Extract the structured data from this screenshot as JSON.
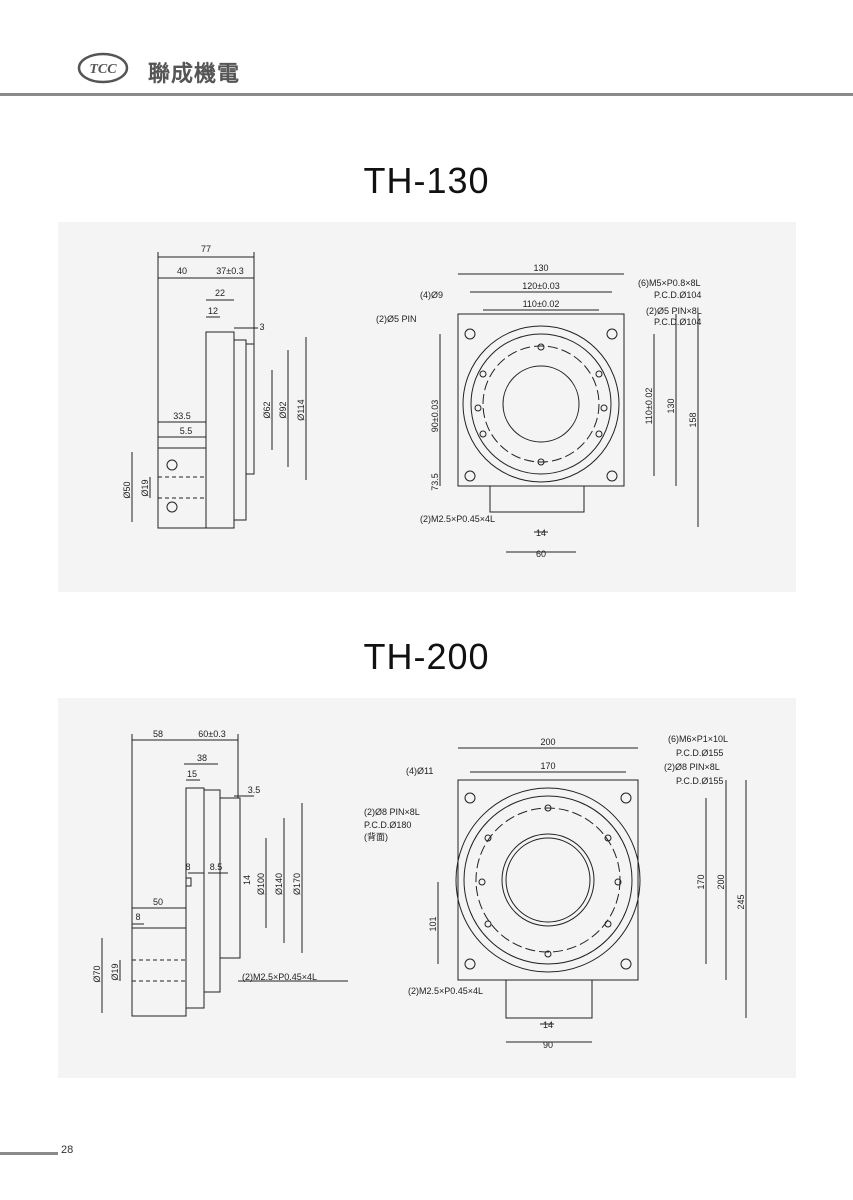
{
  "header": {
    "brand_name": "聯成機電",
    "logo_mark": "TCC"
  },
  "models": [
    {
      "title": "TH-130",
      "side_view": {
        "dims": [
          "77",
          "40",
          "37±0.3",
          "22",
          "12",
          "3",
          "33.5",
          "5.5",
          "Ø50",
          "Ø19",
          "Ø62",
          "Ø92",
          "Ø114"
        ]
      },
      "front_view": {
        "dims": [
          "130",
          "120±0.03",
          "110±0.02",
          "90±0.03",
          "73.5",
          "110±0.02",
          "130",
          "158",
          "14",
          "60"
        ],
        "notes": [
          "(4)Ø9",
          "(2)Ø5 PIN",
          "(6)M5×P0.8×8L",
          "P.C.D.Ø104",
          "(2)Ø5 PIN×8L",
          "P.C.D.Ø104",
          "(2)M2.5×P0.45×4L"
        ]
      }
    },
    {
      "title": "TH-200",
      "side_view": {
        "dims": [
          "58",
          "60±0.3",
          "38",
          "15",
          "3.5",
          "8",
          "8.5",
          "14",
          "50",
          "8",
          "Ø70",
          "Ø19",
          "Ø100",
          "Ø140",
          "Ø170"
        ],
        "notes": [
          "(2)M2.5×P0.45×4L"
        ]
      },
      "front_view": {
        "dims": [
          "200",
          "170",
          "101",
          "170",
          "200",
          "245",
          "14",
          "90"
        ],
        "notes": [
          "(4)Ø11",
          "(2)Ø8 PIN×8L",
          "P.C.D.Ø180",
          "(背面)",
          "(6)M6×P1×10L",
          "P.C.D.Ø155",
          "(2)Ø8 PIN×8L",
          "P.C.D.Ø155",
          "(2)M2.5×P0.45×4L"
        ]
      }
    }
  ],
  "footer": {
    "page_number": "28"
  },
  "colors": {
    "rule": "#8a8a8a",
    "panel": "#f4f4f4",
    "line": "#222222"
  }
}
